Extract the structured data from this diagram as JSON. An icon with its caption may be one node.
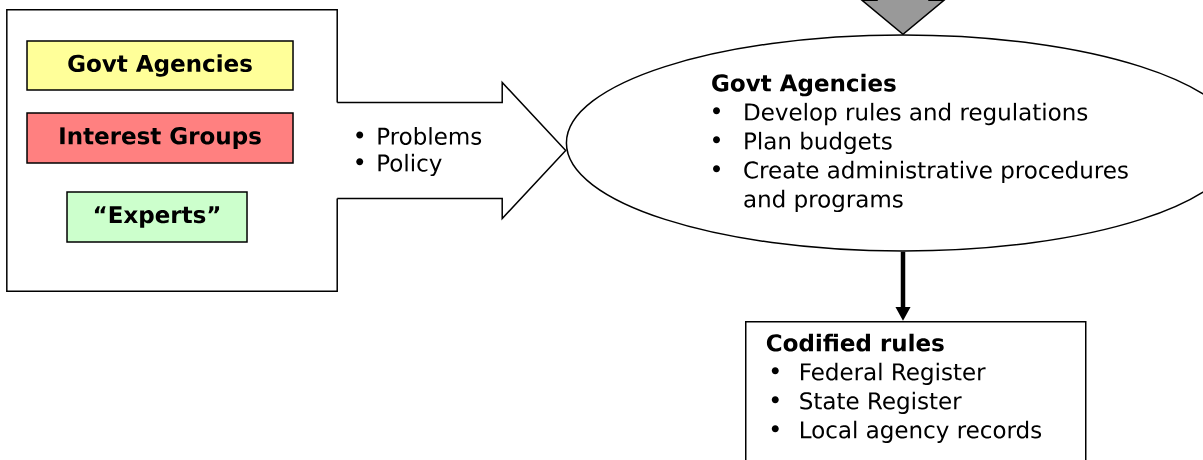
{
  "diagram": {
    "nodes": [
      {
        "text": [],
        "shape": "box"
      },
      {
        "text": [
          "Govt Agencies"
        ],
        "in": 0
      },
      {
        "text": [
          "Interest Groups"
        ],
        "in": 0
      },
      {
        "text": [
          "“Experts”"
        ],
        "in": 0
      },
      {
        "text": [
          "Govt Agencies",
          "Develop rules and regulations",
          "Plan budgets",
          "Create administrative procedures and programs"
        ]
      },
      {
        "text": [
          "Codified rules",
          "Federal Register",
          "State Register",
          "Local agency records"
        ]
      }
    ],
    "edges": [
      {
        "from": 0,
        "to": 4,
        "arrow": "to",
        "color": "#ffffff"
      },
      {
        "from": null,
        "to": 4,
        "arrow": "to",
        "color": "#999999"
      },
      {
        "from": 4,
        "to": 5,
        "arrow": "to"
      }
    ],
    "labels": [
      "Problems",
      "Policy"
    ]
  }
}
